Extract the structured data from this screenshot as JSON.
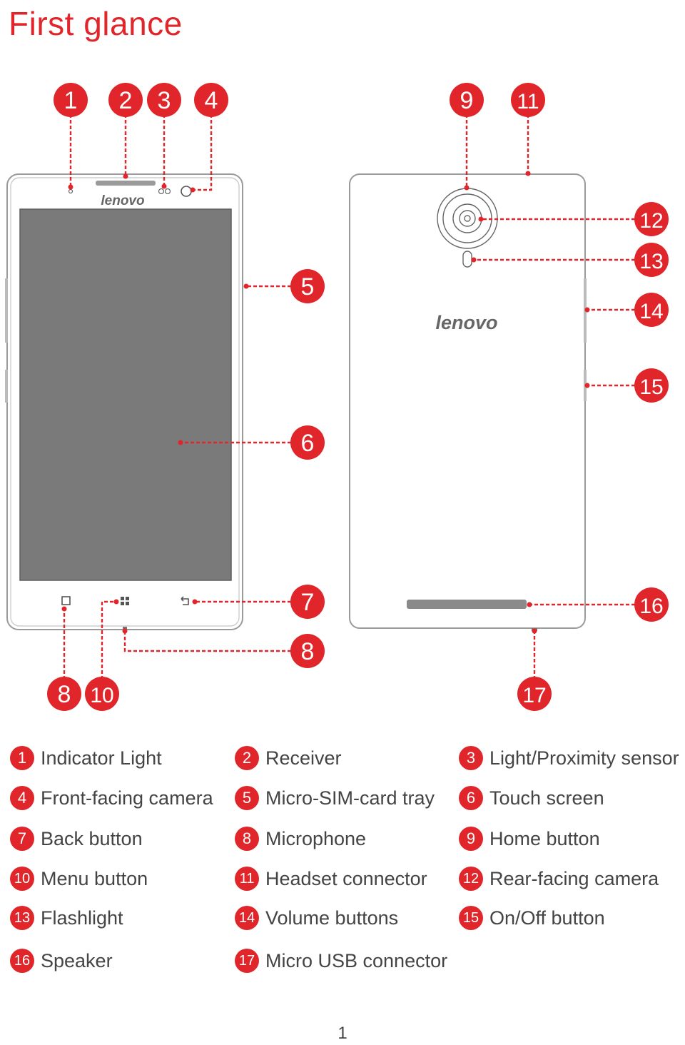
{
  "title": "First glance",
  "accent_color": "#e0262a",
  "brand_text_front": "lenovo",
  "brand_text_back": "lenovo",
  "callouts": [
    "1",
    "2",
    "3",
    "4",
    "5",
    "6",
    "7",
    "8",
    "8",
    "10",
    "9",
    "11",
    "12",
    "13",
    "14",
    "15",
    "16",
    "17"
  ],
  "legend": [
    {
      "num": "1",
      "label": "Indicator Light"
    },
    {
      "num": "2",
      "label": "Receiver"
    },
    {
      "num": "3",
      "label": "Light/Proximity sensor"
    },
    {
      "num": "4",
      "label": "Front-facing camera"
    },
    {
      "num": "5",
      "label": "Micro-SIM-card tray"
    },
    {
      "num": "6",
      "label": "Touch screen"
    },
    {
      "num": "7",
      "label": "Back button"
    },
    {
      "num": "8",
      "label": "Microphone"
    },
    {
      "num": "9",
      "label": "Home button"
    },
    {
      "num": "10",
      "label": "Menu button"
    },
    {
      "num": "11",
      "label": "Headset connector"
    },
    {
      "num": "12",
      "label": "Rear-facing camera"
    },
    {
      "num": "13",
      "label": "Flashlight"
    },
    {
      "num": "14",
      "label": "Volume buttons"
    },
    {
      "num": "15",
      "label": "On/Off button"
    },
    {
      "num": "16",
      "label": "Speaker"
    },
    {
      "num": "17",
      "label": "Micro USB connector"
    }
  ],
  "page_number": "1"
}
